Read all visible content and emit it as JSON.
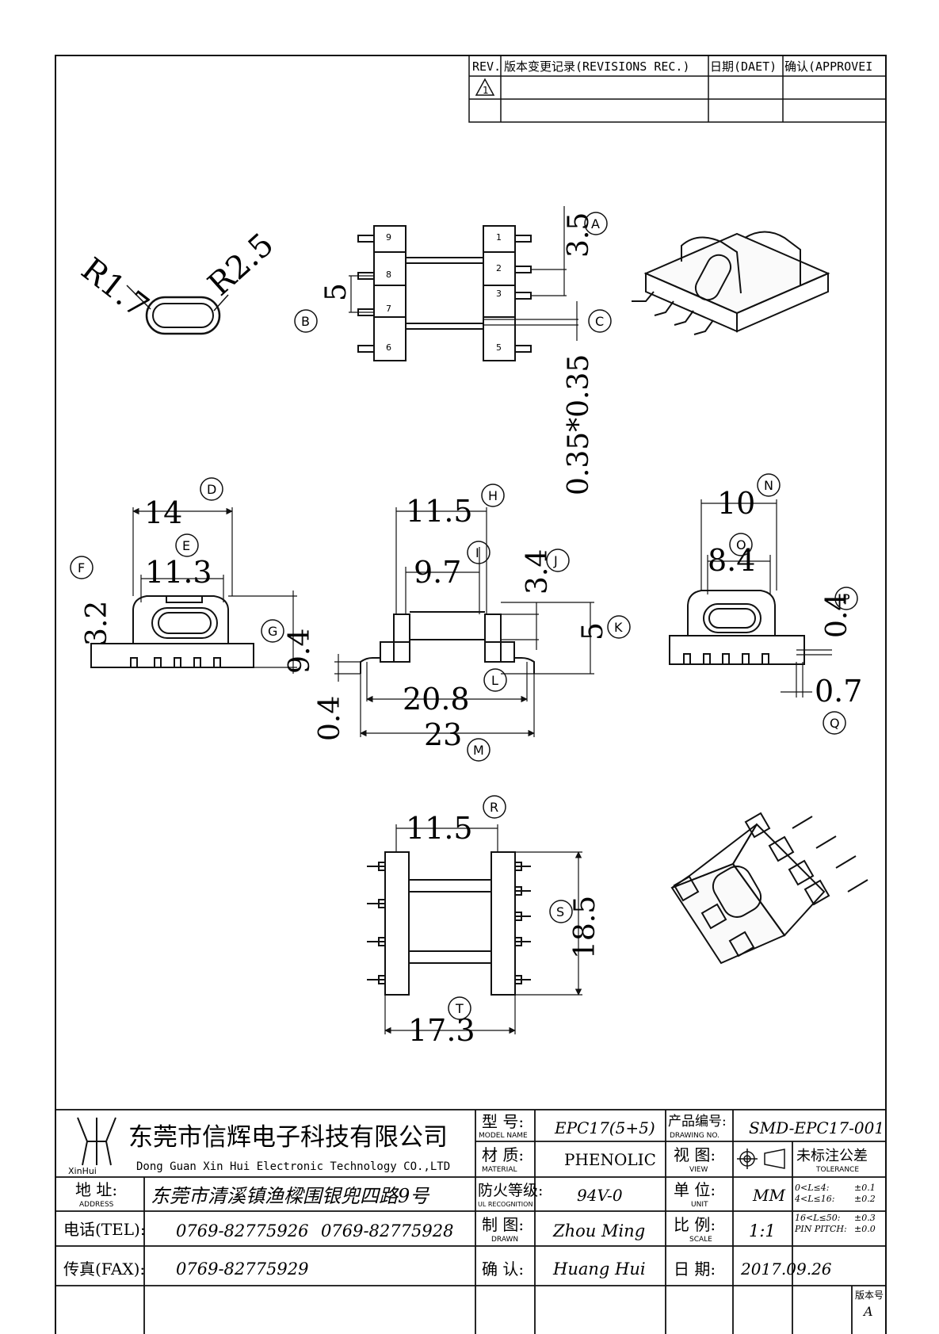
{
  "revision_block": {
    "headers": {
      "rev": "REV.",
      "record": "版本变更记录(REVISIONS REC.)",
      "date": "日期(DAET)",
      "approve": "确认(APPROVEI"
    }
  },
  "views": {
    "slot_view": {
      "r_inner": "R1.7",
      "r_outer": "R2.5"
    },
    "top_view": {
      "pins_left": [
        "9",
        "8",
        "7",
        "6"
      ],
      "pins_right": [
        "1",
        "2",
        "3",
        "5"
      ],
      "dim_a": "3.5",
      "dim_b": "5",
      "dim_c": "0.35*0.35",
      "marker_a": "A",
      "marker_b": "B",
      "marker_c": "C"
    },
    "side_view": {
      "dim_d": "14",
      "dim_e": "11.3",
      "dim_f": "3.2",
      "dim_g": "9.4",
      "marker_d": "D",
      "marker_e": "E",
      "marker_f": "F",
      "marker_g": "G"
    },
    "front_view": {
      "dim_h": "11.5",
      "dim_i": "9.7",
      "dim_j": "3.4",
      "dim_k": "5",
      "dim_l": "20.8",
      "dim_m": "23",
      "dim_n_thk": "0.4",
      "marker_h": "H",
      "marker_i": "I",
      "marker_j": "J",
      "marker_k": "K",
      "marker_l": "L",
      "marker_m": "M"
    },
    "end_view": {
      "dim_n": "10",
      "dim_o": "8.4",
      "dim_p": "0.4",
      "dim_q": "0.7",
      "marker_n": "N",
      "marker_o": "O",
      "marker_p": "P",
      "marker_q": "Q"
    },
    "bottom_view": {
      "dim_r": "11.5",
      "dim_s": "18.5",
      "dim_t": "17.3",
      "marker_r": "R",
      "marker_s": "S",
      "marker_t": "T"
    }
  },
  "title_block": {
    "logo_text": "XinHui",
    "company_cn": "东莞市信辉电子科技有限公司",
    "company_en": "Dong Guan Xin Hui Electronic Technology CO.,LTD",
    "address_label": "地  址:",
    "address_label_en": "ADDRESS",
    "address": "东莞市清溪镇渔樑围银兜四路9号",
    "tel_label": "电话(TEL):",
    "tel1": "0769-82775926",
    "tel2": "0769-82775928",
    "fax_label": "传真(FAX):",
    "fax": "0769-82775929",
    "model_label": "型  号:",
    "model_label_en": "MODEL NAME",
    "model": "EPC17(5+5)",
    "material_label": "材  质:",
    "material_label_en": "MATERIAL",
    "material": "PHENOLIC",
    "ul_label": "防火等级:",
    "ul_label_en": "UL RECOGNITION",
    "ul": "94V-0",
    "drawn_label": "制  图:",
    "drawn_label_en": "DRAWN",
    "drawn": "Zhou Ming",
    "confirm_label": "确  认:",
    "confirm": "Huang Hui",
    "drawing_no_label": "产品编号:",
    "drawing_no_label_en": "DRAWING NO.",
    "drawing_no": "SMD-EPC17-001",
    "view_label": "视  图:",
    "view_label_en": "VIEW",
    "tolerance_label": "未标注公差",
    "tolerance_label_en": "TOLERANCE",
    "unit_label": "单  位:",
    "unit_label_en": "UNIT",
    "unit": "MM",
    "scale_label": "比  例:",
    "scale_label_en": "SCALE",
    "scale": "1:1",
    "date_label": "日  期:",
    "date": "2017.09.26",
    "version_label": "版本号",
    "version": "A",
    "tolerances": [
      {
        "range": "0<L≤4:",
        "value": "±0.1"
      },
      {
        "range": "4<L≤16:",
        "value": "±0.2"
      },
      {
        "range": "16<L≤50:",
        "value": "±0.3"
      },
      {
        "range": "PIN PITCH:",
        "value": "±0.0"
      }
    ]
  }
}
